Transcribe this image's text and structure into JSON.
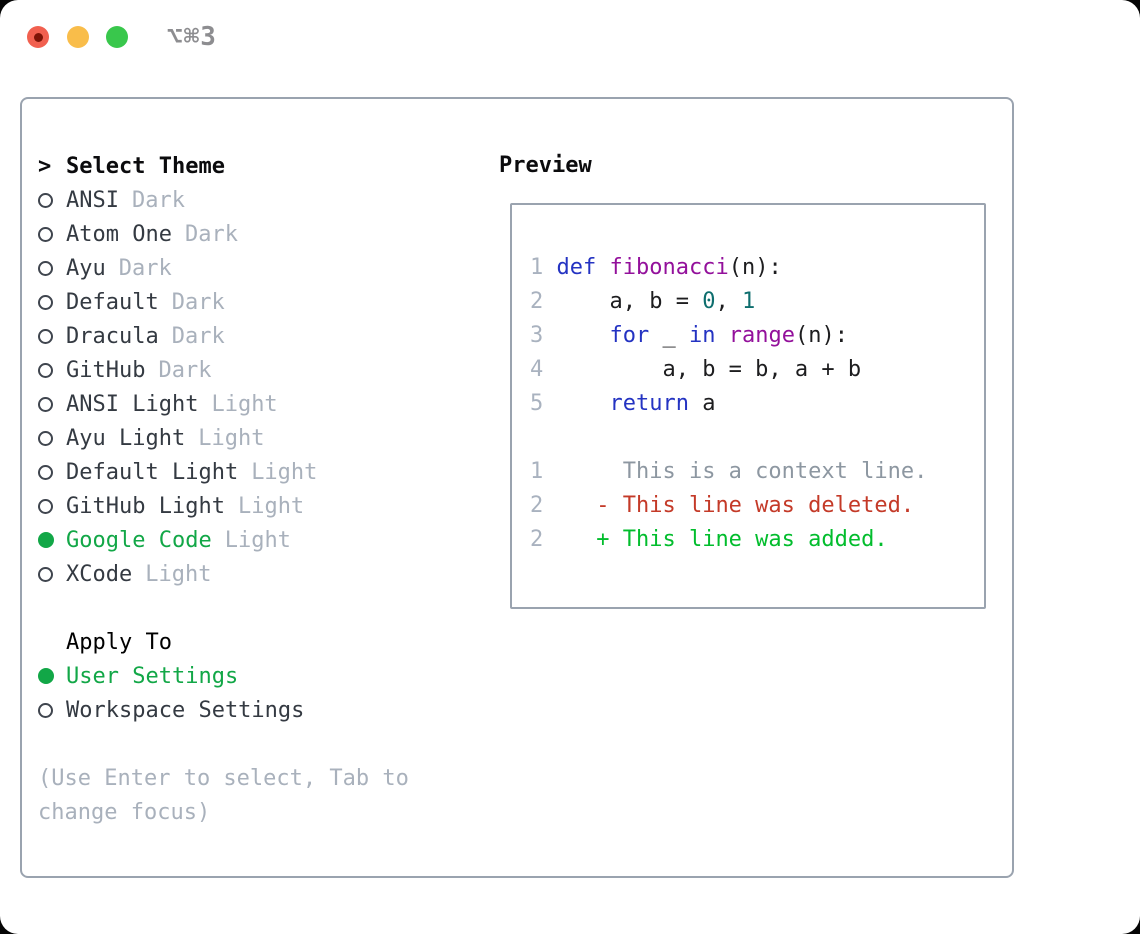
{
  "window": {
    "shortcut": "⌥⌘3",
    "traffic_lights": [
      {
        "name": "close",
        "color": "#f1604f"
      },
      {
        "name": "minimize",
        "color": "#f9bd4a"
      },
      {
        "name": "maximize",
        "color": "#39c74c"
      }
    ]
  },
  "theme_panel": {
    "prompt": ">",
    "title": "Select Theme",
    "themes": [
      {
        "name": "ANSI",
        "tag": "Dark",
        "selected": false
      },
      {
        "name": "Atom One",
        "tag": "Dark",
        "selected": false
      },
      {
        "name": "Ayu",
        "tag": "Dark",
        "selected": false
      },
      {
        "name": "Default",
        "tag": "Dark",
        "selected": false
      },
      {
        "name": "Dracula",
        "tag": "Dark",
        "selected": false
      },
      {
        "name": "GitHub",
        "tag": "Dark",
        "selected": false
      },
      {
        "name": "ANSI Light",
        "tag": "Light",
        "selected": false
      },
      {
        "name": "Ayu Light",
        "tag": "Light",
        "selected": false
      },
      {
        "name": "Default Light",
        "tag": "Light",
        "selected": false
      },
      {
        "name": "GitHub Light",
        "tag": "Light",
        "selected": false
      },
      {
        "name": "Google Code",
        "tag": "Light",
        "selected": true
      },
      {
        "name": "XCode",
        "tag": "Light",
        "selected": false
      }
    ],
    "apply_to": {
      "title": "Apply To",
      "options": [
        {
          "name": "User Settings",
          "selected": true
        },
        {
          "name": "Workspace Settings",
          "selected": false
        }
      ]
    },
    "hint_lines": [
      "(Use Enter to select, Tab to",
      "change focus)"
    ]
  },
  "preview": {
    "title": "Preview",
    "lines": [
      {
        "kind": "code",
        "tokens": [
          {
            "t": "1 ",
            "c": "num"
          },
          {
            "t": "def",
            "c": "kwd"
          },
          {
            "t": " ",
            "c": "pln"
          },
          {
            "t": "fibonacci",
            "c": "typ"
          },
          {
            "t": "(n):",
            "c": "pln"
          }
        ]
      },
      {
        "kind": "code",
        "tokens": [
          {
            "t": "2 ",
            "c": "num"
          },
          {
            "t": "    a, b = ",
            "c": "pln"
          },
          {
            "t": "0",
            "c": "lit"
          },
          {
            "t": ", ",
            "c": "pln"
          },
          {
            "t": "1",
            "c": "lit"
          }
        ]
      },
      {
        "kind": "code",
        "tokens": [
          {
            "t": "3 ",
            "c": "num"
          },
          {
            "t": "    ",
            "c": "pln"
          },
          {
            "t": "for",
            "c": "kwd"
          },
          {
            "t": " _ ",
            "c": "pln"
          },
          {
            "t": "in",
            "c": "kwd"
          },
          {
            "t": " ",
            "c": "pln"
          },
          {
            "t": "range",
            "c": "typ"
          },
          {
            "t": "(n):",
            "c": "pln"
          }
        ]
      },
      {
        "kind": "code",
        "tokens": [
          {
            "t": "4 ",
            "c": "num"
          },
          {
            "t": "        a, b = b, a + b",
            "c": "pln"
          }
        ]
      },
      {
        "kind": "code",
        "tokens": [
          {
            "t": "5 ",
            "c": "num"
          },
          {
            "t": "    ",
            "c": "pln"
          },
          {
            "t": "return",
            "c": "kwd"
          },
          {
            "t": " a",
            "c": "pln"
          }
        ]
      },
      {
        "kind": "blank",
        "tokens": []
      },
      {
        "kind": "context",
        "tokens": [
          {
            "t": "1 ",
            "c": "num"
          },
          {
            "t": "     This is a context line.",
            "c": "ctx"
          }
        ]
      },
      {
        "kind": "deleted",
        "tokens": [
          {
            "t": "2 ",
            "c": "num"
          },
          {
            "t": "   - This line was deleted.",
            "c": "del"
          }
        ]
      },
      {
        "kind": "added",
        "tokens": [
          {
            "t": "2 ",
            "c": "num"
          },
          {
            "t": "   + This line was added.",
            "c": "add"
          }
        ]
      }
    ]
  },
  "colors": {
    "panel_border": "#9aa3af",
    "selection_green": "#12a747",
    "added_green": "#02bd2d",
    "deleted_red": "#c43a28",
    "keyword_blue": "#2433c2",
    "function_purple": "#93109b",
    "number_teal": "#0e6e6e",
    "muted_gray": "#a9b1bc",
    "item_text": "#343a42"
  }
}
